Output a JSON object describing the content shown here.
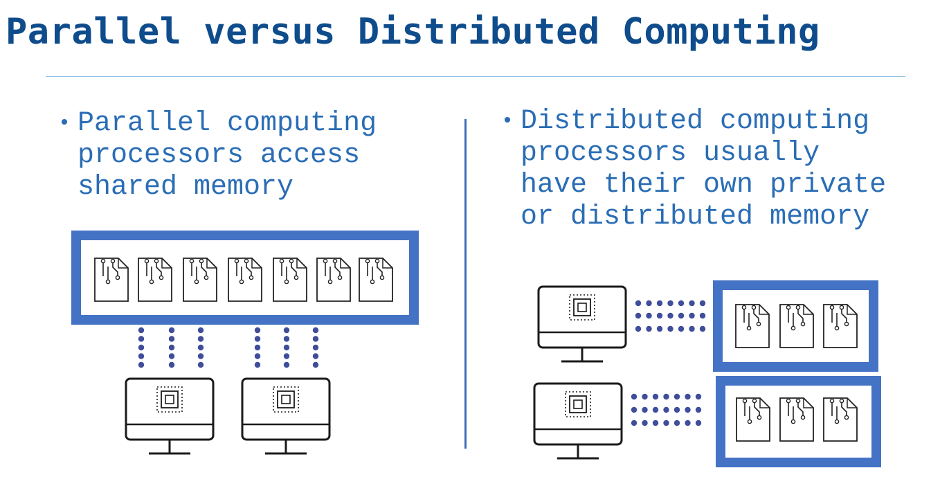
{
  "header": {
    "title": "Parallel versus Distributed Computing"
  },
  "left": {
    "lines": [
      "Parallel computing",
      "processors access",
      "shared memory"
    ]
  },
  "right": {
    "lines": [
      "Distributed computing",
      "processors usually",
      "have their own private",
      "or distributed memory"
    ]
  },
  "colors": {
    "title": "#0f4c8c",
    "accent": "#4472c4",
    "text": "#2a6db5",
    "dots": "#3f4e9a",
    "icon": "#222222"
  },
  "icons": {
    "memory": "memory-chip-icon",
    "computer": "computer-monitor-icon"
  }
}
